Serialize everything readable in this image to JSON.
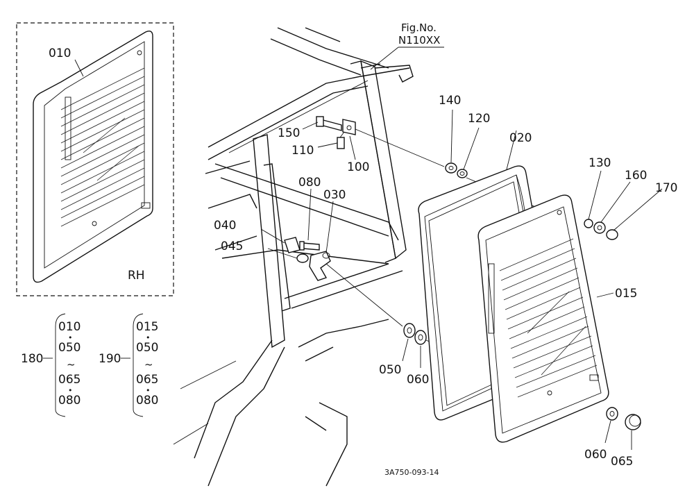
{
  "figure": {
    "fig_label": "Fig.No.",
    "fig_number": "N110XX",
    "drawing_code": "3A750-093-14",
    "inset_side_label": "RH"
  },
  "callouts": {
    "p010": "010",
    "p020": "020",
    "p015": "015",
    "p030": "030",
    "p040": "040",
    "p045": "045",
    "p050": "050",
    "p060a": "060",
    "p060b": "060",
    "p065": "065",
    "p080": "080",
    "p100": "100",
    "p110": "110",
    "p120": "120",
    "p130": "130",
    "p140": "140",
    "p150": "150",
    "p160": "160",
    "p170": "170"
  },
  "assemblies": [
    {
      "id": "180",
      "parts": [
        "010",
        "050",
        "065",
        "080"
      ],
      "separators": [
        "•",
        "~",
        "•"
      ]
    },
    {
      "id": "190",
      "parts": [
        "015",
        "050",
        "065",
        "080"
      ],
      "separators": [
        "•",
        "~",
        "•"
      ]
    }
  ]
}
